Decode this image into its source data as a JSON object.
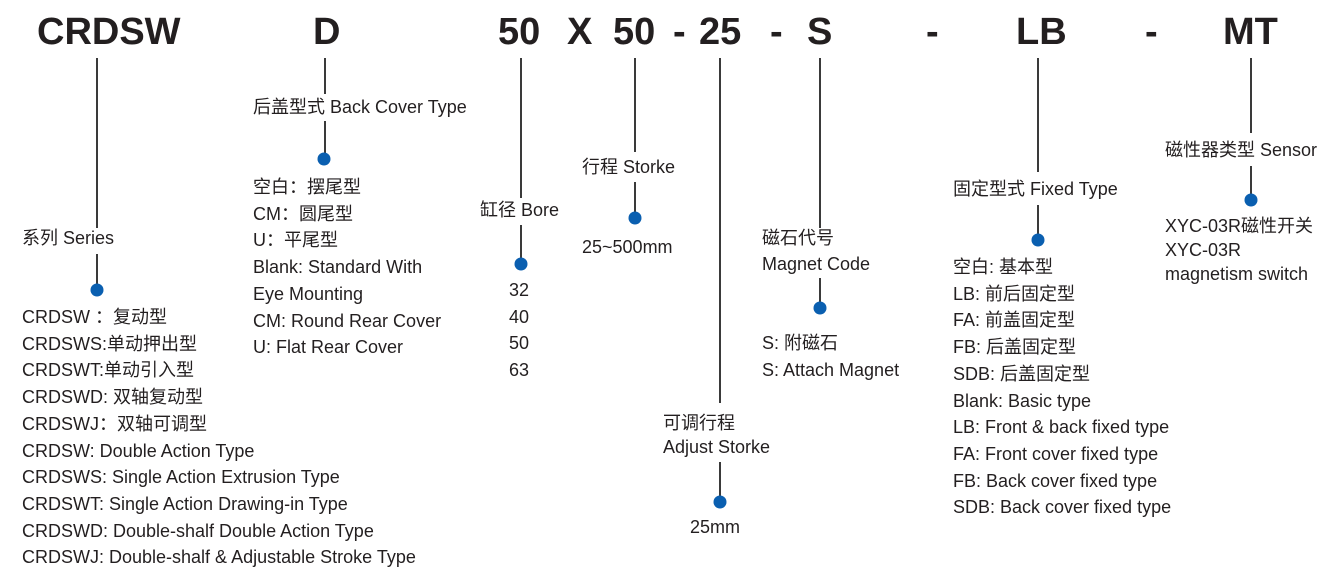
{
  "colors": {
    "dot": "#0a5fb0",
    "text": "#231f20",
    "line": "#3a3a3a"
  },
  "code": {
    "series": "CRDSW",
    "back_cover": "D",
    "bore": "50",
    "x": "X",
    "stroke": "50",
    "dash1": "-",
    "adjust": "25",
    "dash2": "-",
    "magnet": "S",
    "dash3": "-",
    "fixed": "LB",
    "dash4": "-",
    "sensor": "MT"
  },
  "series": {
    "title": "系列 Series",
    "items": [
      "CRDSW ：复动型",
      "CRDSWS:单动押出型",
      "CRDSWT:单动引入型",
      "CRDSWD: 双轴复动型",
      "CRDSWJ：双轴可调型",
      "CRDSW: Double Action Type",
      "CRDSWS: Single Action Extrusion Type",
      "CRDSWT: Single Action Drawing-in Type",
      "CRDSWD: Double-shalf Double Action Type",
      "CRDSWJ: Double-shalf & Adjustable Stroke Type"
    ]
  },
  "back_cover": {
    "title": "后盖型式 Back Cover Type",
    "items": [
      "空白：摆尾型",
      "CM：圆尾型",
      "U：平尾型",
      "Blank: Standard With",
      "Eye Mounting",
      "CM: Round Rear Cover",
      "U: Flat Rear Cover"
    ]
  },
  "bore": {
    "title": "缸径 Bore",
    "items": [
      "32",
      "40",
      "50",
      "63"
    ]
  },
  "stroke": {
    "title": "行程 Storke",
    "items": [
      "25~500mm"
    ]
  },
  "adjust": {
    "title_cn": "可调行程",
    "title_en": "Adjust Storke",
    "items": [
      "25mm"
    ]
  },
  "magnet": {
    "title_cn": "磁石代号",
    "title_en": "Magnet Code",
    "items": [
      "S: 附磁石",
      "S: Attach Magnet"
    ]
  },
  "fixed": {
    "title": "固定型式 Fixed Type",
    "items": [
      "空白: 基本型",
      "LB: 前后固定型",
      "FA: 前盖固定型",
      "FB: 后盖固定型",
      "SDB: 后盖固定型",
      "Blank: Basic type",
      "LB: Front & back fixed type",
      "FA: Front cover fixed type",
      "FB:  Back cover fixed type",
      "SDB: Back cover fixed type"
    ]
  },
  "sensor": {
    "title": "磁性器类型 Sensor",
    "items": [
      "XYC-03R磁性开关",
      "XYC-03R",
      "magnetism switch"
    ]
  }
}
